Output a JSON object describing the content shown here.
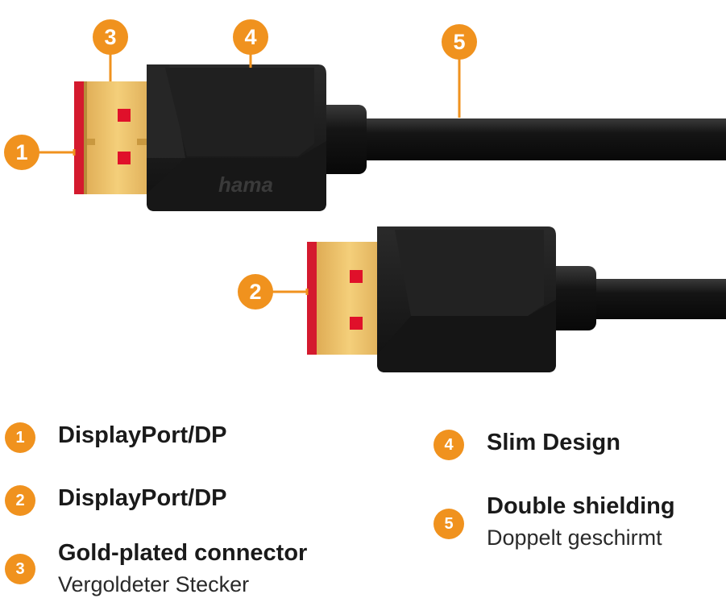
{
  "colors": {
    "accent": "#f0921e",
    "plug_black": "#1c1c1c",
    "gold": "#e9b85e",
    "red_contact": "#e0102a"
  },
  "illustration": {
    "brand_logo": "hama",
    "callouts": [
      "1",
      "2",
      "3",
      "4",
      "5"
    ]
  },
  "legend": [
    {
      "number": "1",
      "title": "DisplayPort/DP",
      "subtitle": ""
    },
    {
      "number": "2",
      "title": "DisplayPort/DP",
      "subtitle": ""
    },
    {
      "number": "3",
      "title": "Gold-plated connector",
      "subtitle": "Vergoldeter Stecker"
    },
    {
      "number": "4",
      "title": "Slim Design",
      "subtitle": ""
    },
    {
      "number": "5",
      "title": "Double shielding",
      "subtitle": "Doppelt geschirmt"
    }
  ]
}
